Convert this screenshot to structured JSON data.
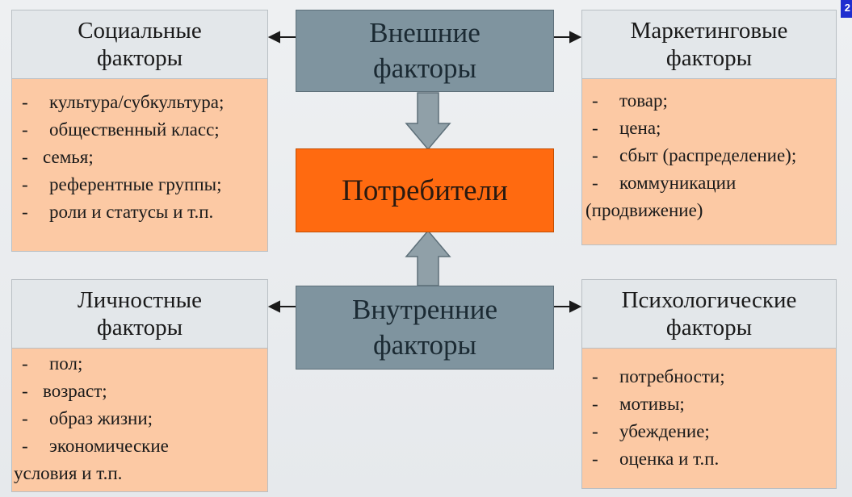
{
  "corner_mark": "2",
  "external_hub": {
    "line1": "Внешние",
    "line2": "факторы"
  },
  "internal_hub": {
    "line1": "Внутренние",
    "line2": "факторы"
  },
  "center": {
    "label": "Потребители"
  },
  "social": {
    "title_line1": "Социальные",
    "title_line2": "факторы",
    "items": [
      {
        "dash": "-",
        "text": "культура/субкультура;"
      },
      {
        "dash": "-",
        "text": "общественный класс;"
      },
      {
        "dash": "-",
        "text": "семья;"
      },
      {
        "dash": "-",
        "text": "референтные группы;"
      },
      {
        "dash": "-",
        "text": "роли и статусы и т.п."
      }
    ]
  },
  "marketing": {
    "title_line1": "Маркетинговые",
    "title_line2": "факторы",
    "items": [
      {
        "dash": "-",
        "text": "товар;"
      },
      {
        "dash": "-",
        "text": "цена;"
      },
      {
        "dash": "-",
        "text": "сбыт (распределение);"
      },
      {
        "dash": "-",
        "text": "коммуникации"
      },
      {
        "dash": "",
        "text": "(продвижение)"
      }
    ]
  },
  "personal": {
    "title_line1": "Личностные",
    "title_line2": "факторы",
    "items": [
      {
        "dash": "-",
        "text": "пол;"
      },
      {
        "dash": "-",
        "text": "возраст;"
      },
      {
        "dash": "-",
        "text": "образ жизни;"
      },
      {
        "dash": "-",
        "text": "экономические"
      },
      {
        "dash": "",
        "text": "условия и т.п."
      }
    ]
  },
  "psychological": {
    "title_line1": "Психологические",
    "title_line2": "факторы",
    "items": [
      {
        "dash": "-",
        "text": "потребности;"
      },
      {
        "dash": "-",
        "text": "мотивы;"
      },
      {
        "dash": "-",
        "text": "убеждение;"
      },
      {
        "dash": "-",
        "text": "оценка и т.п."
      }
    ]
  },
  "colors": {
    "hub": "#7f949f",
    "center": "#ff6a10",
    "factor_body": "#fcc9a4",
    "factor_header": "#e3e7ea",
    "arrow": "#90a0a8",
    "corner": "#1f2ecf"
  }
}
